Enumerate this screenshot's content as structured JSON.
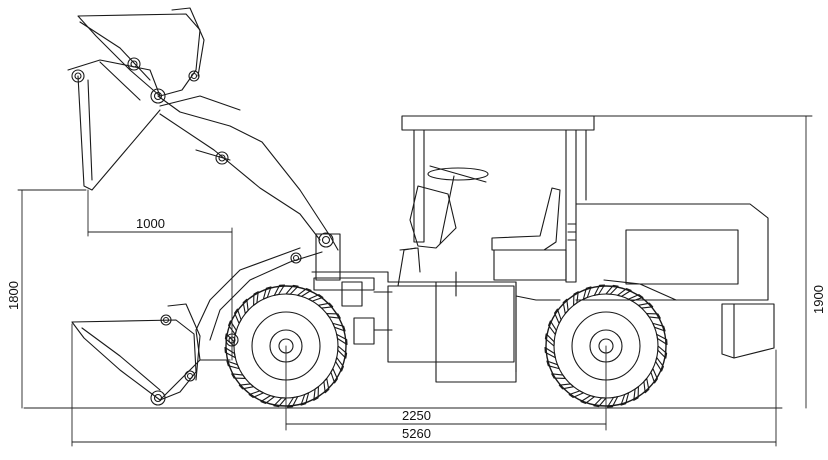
{
  "dimensions": {
    "bucket_reach": "1000",
    "wheelbase": "2250",
    "overall_length": "5260",
    "hinge_height": "1800",
    "cab_height": "1900"
  },
  "colors": {
    "line": "#1a1a1a",
    "background": "#ffffff"
  }
}
